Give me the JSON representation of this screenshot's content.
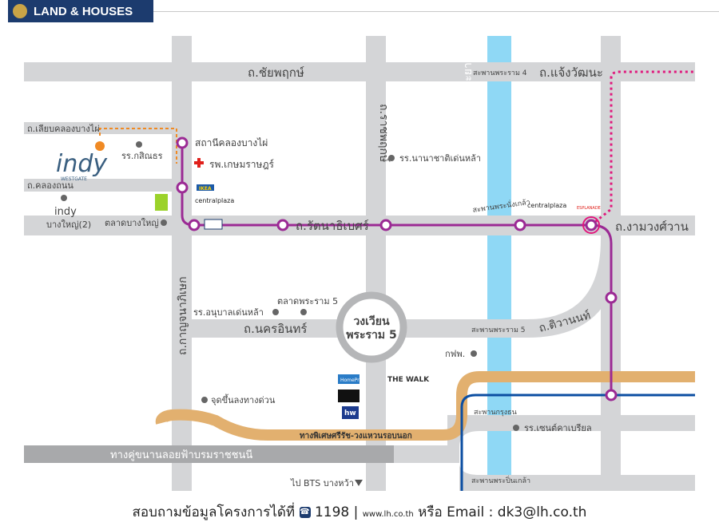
{
  "brand": "LAND & HOUSES",
  "roads": {
    "chaiyaphruek": "ถ.ชัยพฤกษ์",
    "chaengwattana": "ถ.แจ้งวัฒนะ",
    "liap_khlong": "ถ.เลียบคลองบางไผ่",
    "khlong_thanon": "ถ.คลองถนน",
    "ratchaphruek": "ถ.ราชพฤกษ์",
    "rattanathibet": "ถ.รัตนาธิเบศร์",
    "ngamwongwan": "ถ.งามวงศ์วาน",
    "kanchanaphisek": "ถ.กาญจนาภิเษก",
    "nakhon_in": "ถ.นครอินทร์",
    "tiwanon": "ถ.ติวานนท์",
    "elevated": "ทางคู่ขนานลอยฟ้าบรมราชชนนี",
    "expressway": "ทางพิเศษศรีรัช-วงแหวนรอบนอก",
    "river": "แม่น้ำเจ้าพระยา",
    "roundabout": "วงเวียนพระราม 5"
  },
  "bridges": {
    "rama4": "สะพานพระราม 4",
    "nonthaburi": "สะพานพระนั่งเกล้า",
    "rama5": "สะพานพระราม 5",
    "krungthon": "สะพานกรุงธน",
    "pinklao": "สะพานพระปิ่นเกล้า"
  },
  "places": {
    "station": "สถานีคลองบางไผ่",
    "hospital": "รพ.เกษมราษฎร์",
    "ikea": "IKEA",
    "centralplaza": "centralplaza",
    "esplanade": "ESPLANADE",
    "school_kasin": "รร.กสิณธร",
    "indy2_name": "indy",
    "indy2_sub": "บางใหญ่(2)",
    "indy_logo": "indy",
    "indy_sub": "WESTGATE",
    "market_bangyai": "ตลาดบางใหญ่",
    "school_intl": "รร.นานาชาติเด่นหล้า",
    "school_anuban": "รร.อนุบาลเด่นหล้า",
    "market_rama5": "ตลาดพระราม 5",
    "egat": "กฟพ.",
    "st_gabriel": "รร.เซนต์คาเบรียล",
    "exp_entry": "จุดขึ้นลงทางด่วน",
    "the_walk": "THE WALK",
    "homepro": "HomePro",
    "hw": "hw",
    "bts": "ไป BTS บางหว้า"
  },
  "footer": {
    "inquire": "สอบถามข้อมูลโครงการได้ที่",
    "phone": "1198",
    "web": "www.lh.co.th",
    "or": "หรือ",
    "email": "Email : dk3@lh.co.th"
  },
  "colors": {
    "road": "#d4d5d7",
    "river": "#8fd8f5",
    "purple_line": "#9b2a94",
    "pink_line": "#e0197d",
    "expressway": "#e2b06f",
    "blue_line": "#0b4ea2",
    "navy": "#1c3b6e"
  }
}
